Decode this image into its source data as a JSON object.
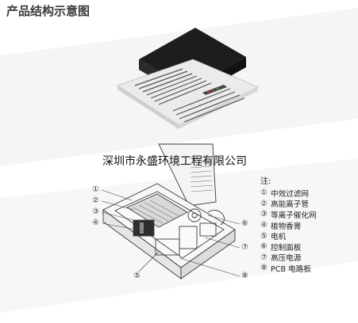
{
  "title": "产品结构示意图",
  "company": "深圳市永盛环境工程有限公司",
  "legend": {
    "heading": "注:",
    "items": [
      {
        "num": "①",
        "label": "中效过滤网"
      },
      {
        "num": "②",
        "label": "高能离子管"
      },
      {
        "num": "③",
        "label": "等离子催化网"
      },
      {
        "num": "④",
        "label": "植物香膏"
      },
      {
        "num": "⑤",
        "label": "电机"
      },
      {
        "num": "⑥",
        "label": "控制面板"
      },
      {
        "num": "⑦",
        "label": "高压电源"
      },
      {
        "num": "⑧",
        "label": "PCB 电路板"
      }
    ]
  },
  "callouts": [
    "①",
    "②",
    "③",
    "④",
    "⑤",
    "⑥",
    "⑦",
    "⑧"
  ],
  "colors": {
    "panel": "#e7e7e7",
    "housing": "#1c1c1c",
    "line": "#333333",
    "band": "#f1f3f5"
  }
}
